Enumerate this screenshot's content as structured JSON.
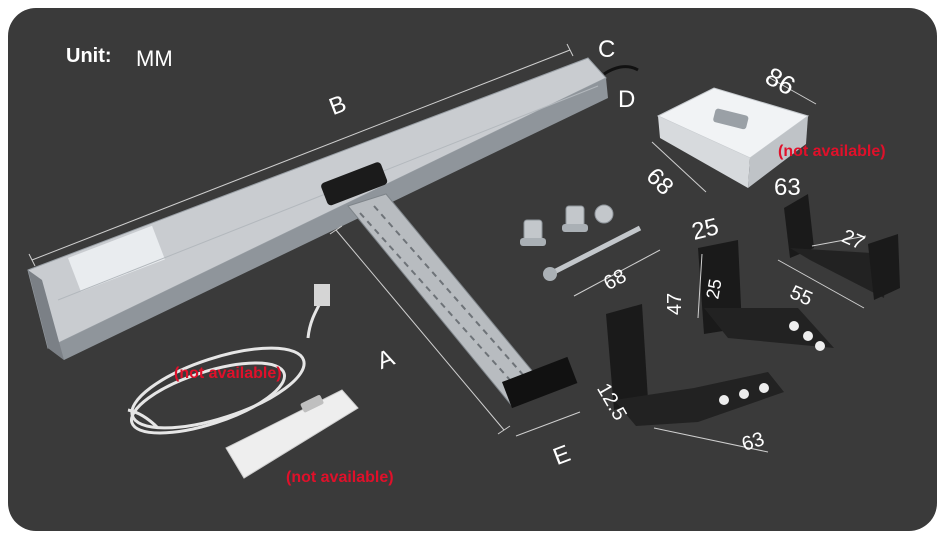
{
  "unit": {
    "label": "Unit:",
    "value": "MM"
  },
  "dimensions": {
    "A": "A",
    "B": "B",
    "C": "C",
    "D": "D",
    "E": "E",
    "remote_width": "86",
    "remote_depth": "68",
    "pin_length": "68",
    "bracket1_top": "25",
    "bracket1_height": "47",
    "bracket1_inner": "25",
    "bracket2_top": "63",
    "bracket2_inner": "27",
    "bracket2_width": "55",
    "bracket3_side": "12.5",
    "bracket3_length": "63"
  },
  "notices": {
    "remote_receiver": "(not available)",
    "power_cable": "(not available)",
    "remote_control": "(not available)"
  },
  "colors": {
    "background": "#3a3a3a",
    "notice": "#e0102a",
    "text": "#ffffff"
  }
}
